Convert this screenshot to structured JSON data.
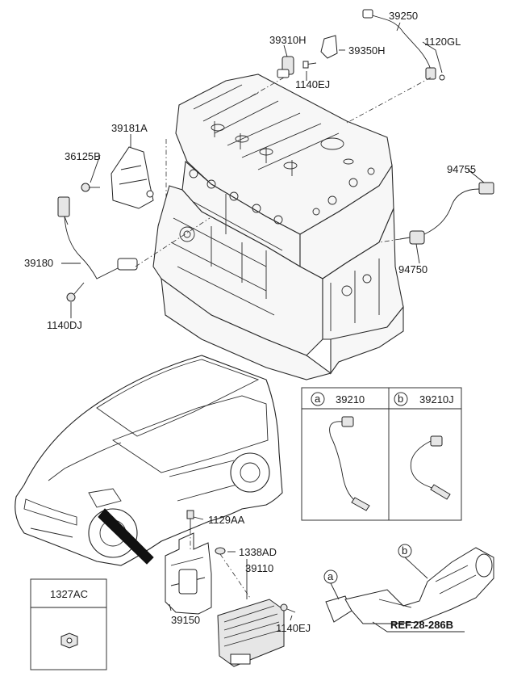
{
  "labels": {
    "p39250": "39250",
    "p39310H": "39310H",
    "p39350H": "39350H",
    "p1120GL": "1120GL",
    "p1140EJ_top": "1140EJ",
    "p39181A": "39181A",
    "p36125B": "36125B",
    "p94755": "94755",
    "p94750": "94750",
    "p39180": "39180",
    "p1140DJ": "1140DJ",
    "p1129AA": "1129AA",
    "p1338AD": "1338AD",
    "p39110": "39110",
    "p39150": "39150",
    "p1140EJ_bottom": "1140EJ",
    "p1327AC": "1327AC"
  },
  "detail_box": {
    "a_marker": "a",
    "a_part": "39210",
    "b_marker": "b",
    "b_part": "39210J"
  },
  "exhaust": {
    "a_marker": "a",
    "b_marker": "b",
    "reference": "REF.28-286B"
  }
}
